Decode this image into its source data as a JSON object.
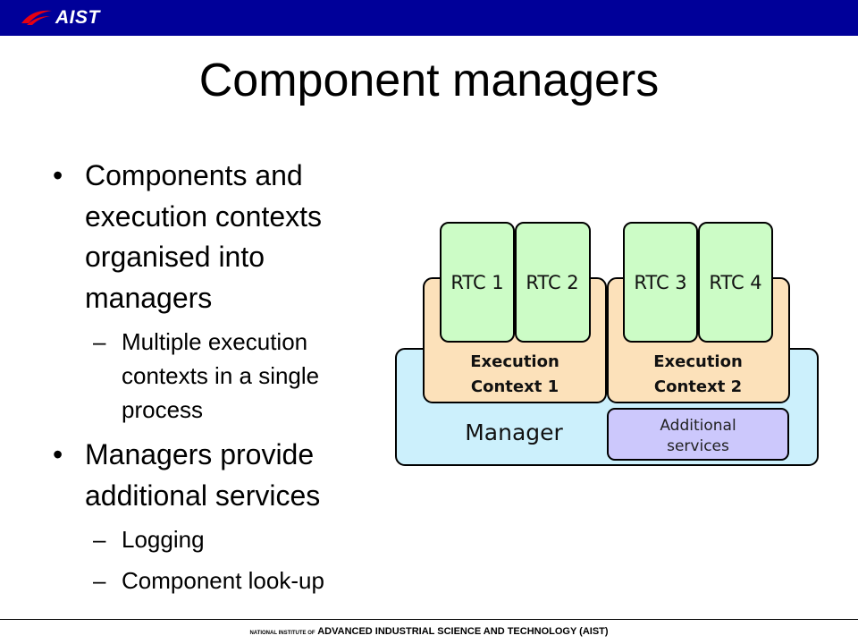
{
  "header": {
    "logo_text": "AIST",
    "colors": {
      "bar": "#000099",
      "logo_swoosh": "#e60012"
    }
  },
  "slide": {
    "title": "Component managers",
    "bullets": [
      {
        "text": "Components and execution contexts organised into managers",
        "subs": [
          "Multiple execution contexts in a single process"
        ]
      },
      {
        "text": "Managers provide additional services",
        "subs": [
          "Logging",
          "Component look-up"
        ]
      }
    ],
    "bullet_mark": "•",
    "sub_mark": "–"
  },
  "diagram": {
    "manager_label": "Manager",
    "additional_services": [
      "Additional",
      "services"
    ],
    "contexts": [
      {
        "label": [
          "Execution",
          "Context 1"
        ],
        "rtcs": [
          "RTC 1",
          "RTC 2"
        ]
      },
      {
        "label": [
          "Execution",
          "Context 2"
        ],
        "rtcs": [
          "RTC 3",
          "RTC 4"
        ]
      }
    ],
    "colors": {
      "manager_fill": "#ccf0fc",
      "context_fill": "#fce1ba",
      "rtc_fill": "#ccfcc6",
      "services_fill": "#ccc8fc"
    }
  },
  "footer": {
    "prefix": "NATIONAL INSTITUTE OF",
    "text": "ADVANCED INDUSTRIAL SCIENCE AND TECHNOLOGY (AIST)"
  }
}
